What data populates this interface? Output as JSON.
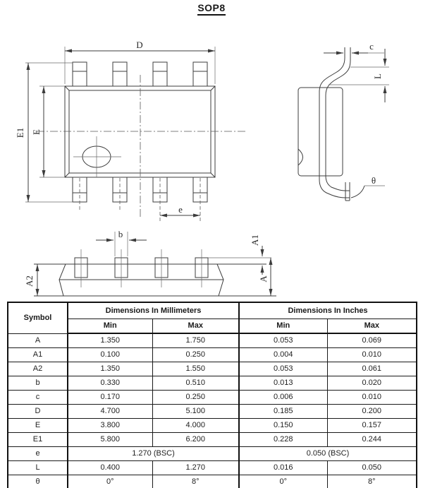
{
  "title": "SOP8",
  "drawing": {
    "labels": {
      "d": "D",
      "e1": "E1",
      "e_body": "E",
      "e_pitch": "e",
      "c": "c",
      "l": "L",
      "theta": "θ",
      "b": "b",
      "a": "A",
      "a1": "A1",
      "a2": "A2"
    }
  },
  "table": {
    "headers": {
      "symbol": "Symbol",
      "mm": "Dimensions In Millimeters",
      "inches": "Dimensions In Inches",
      "min": "Min",
      "max": "Max"
    },
    "rows": [
      {
        "symbol": "A",
        "mm_min": "1.350",
        "mm_max": "1.750",
        "in_min": "0.053",
        "in_max": "0.069"
      },
      {
        "symbol": "A1",
        "mm_min": "0.100",
        "mm_max": "0.250",
        "in_min": "0.004",
        "in_max": "0.010"
      },
      {
        "symbol": "A2",
        "mm_min": "1.350",
        "mm_max": "1.550",
        "in_min": "0.053",
        "in_max": "0.061"
      },
      {
        "symbol": "b",
        "mm_min": "0.330",
        "mm_max": "0.510",
        "in_min": "0.013",
        "in_max": "0.020"
      },
      {
        "symbol": "c",
        "mm_min": "0.170",
        "mm_max": "0.250",
        "in_min": "0.006",
        "in_max": "0.010"
      },
      {
        "symbol": "D",
        "mm_min": "4.700",
        "mm_max": "5.100",
        "in_min": "0.185",
        "in_max": "0.200"
      },
      {
        "symbol": "E",
        "mm_min": "3.800",
        "mm_max": "4.000",
        "in_min": "0.150",
        "in_max": "0.157"
      },
      {
        "symbol": "E1",
        "mm_min": "5.800",
        "mm_max": "6.200",
        "in_min": "0.228",
        "in_max": "0.244"
      },
      {
        "symbol": "e",
        "mm_span": "1.270 (BSC)",
        "in_span": "0.050 (BSC)"
      },
      {
        "symbol": "L",
        "mm_min": "0.400",
        "mm_max": "1.270",
        "in_min": "0.016",
        "in_max": "0.050"
      },
      {
        "symbol": "θ",
        "mm_min": "0°",
        "mm_max": "8°",
        "in_min": "0°",
        "in_max": "8°"
      }
    ]
  },
  "colors": {
    "line": "#3c3c3c",
    "text": "#1a1a1a",
    "table_border": "#111111",
    "background": "#ffffff"
  }
}
